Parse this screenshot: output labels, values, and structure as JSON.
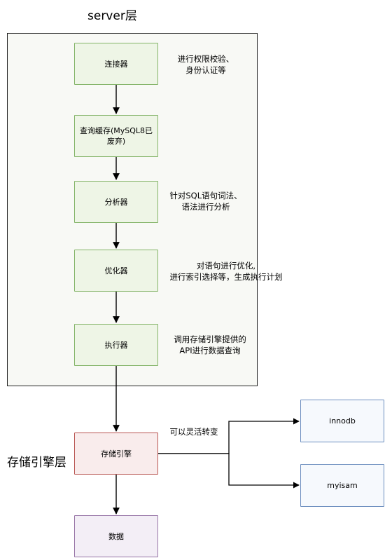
{
  "server_layer": {
    "title": "server层",
    "nodes": [
      {
        "label": "连接器"
      },
      {
        "label": "查询缓存(MySQL8已\n废弃)"
      },
      {
        "label": "分析器"
      },
      {
        "label": "优化器"
      },
      {
        "label": "执行器"
      }
    ],
    "notes": [
      "进行权限校验、\n身份认证等",
      "针对SQL语句词法、\n语法进行分析",
      "对语句进行优化,\n进行索引选择等，生成执行计划",
      "调用存储引擎提供的\nAPI进行数据查询"
    ]
  },
  "storage_layer": {
    "title": "存储引擎层",
    "engine_label": "存储引擎",
    "switch_note": "可以灵活转变",
    "engines": [
      "innodb",
      "myisam"
    ]
  },
  "data_node": {
    "label": "数据"
  },
  "colors": {
    "server_fill": "#f8f9f5",
    "green_stroke": "#82b366",
    "red_stroke": "#b85450",
    "purple_stroke": "#9673a6",
    "blue_stroke": "#6c8ebf"
  }
}
